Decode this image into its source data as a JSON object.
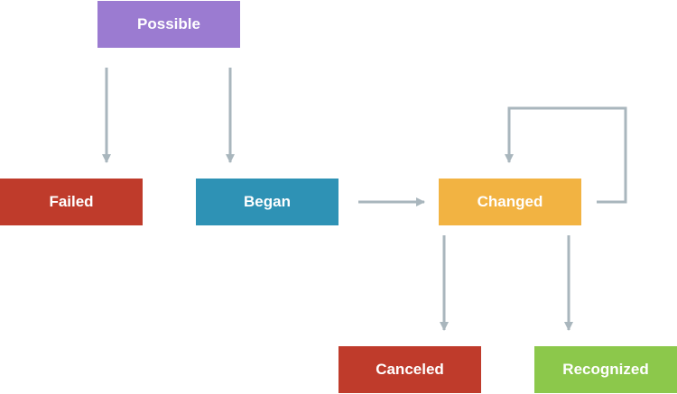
{
  "states": {
    "possible": {
      "label": "Possible",
      "color": "#9b7bd1"
    },
    "failed": {
      "label": "Failed",
      "color": "#bf3b2b"
    },
    "began": {
      "label": "Began",
      "color": "#2e92b5"
    },
    "changed": {
      "label": "Changed",
      "color": "#f2b342"
    },
    "canceled": {
      "label": "Canceled",
      "color": "#bf3b2b"
    },
    "recognized": {
      "label": "Recognized",
      "color": "#8cc84b"
    }
  },
  "transitions": [
    {
      "from": "possible",
      "to": "failed"
    },
    {
      "from": "possible",
      "to": "began"
    },
    {
      "from": "began",
      "to": "changed"
    },
    {
      "from": "changed",
      "to": "changed"
    },
    {
      "from": "changed",
      "to": "canceled"
    },
    {
      "from": "changed",
      "to": "recognized"
    }
  ],
  "arrow_color": "#a9b6bd"
}
